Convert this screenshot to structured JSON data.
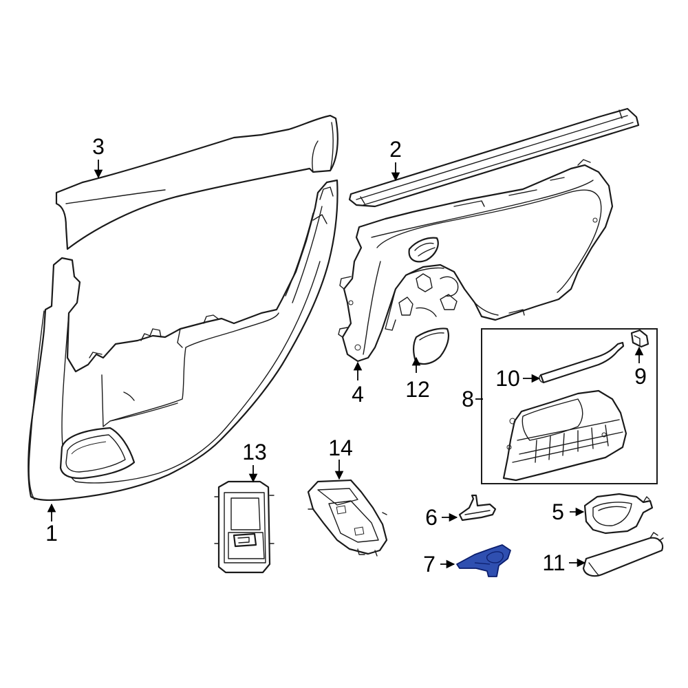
{
  "diagram": {
    "callouts": [
      {
        "id": "1",
        "label": "1"
      },
      {
        "id": "2",
        "label": "2"
      },
      {
        "id": "3",
        "label": "3"
      },
      {
        "id": "4",
        "label": "4"
      },
      {
        "id": "5",
        "label": "5"
      },
      {
        "id": "6",
        "label": "6"
      },
      {
        "id": "7",
        "label": "7"
      },
      {
        "id": "8",
        "label": "8"
      },
      {
        "id": "9",
        "label": "9"
      },
      {
        "id": "10",
        "label": "10"
      },
      {
        "id": "11",
        "label": "11"
      },
      {
        "id": "12",
        "label": "12"
      },
      {
        "id": "13",
        "label": "13"
      },
      {
        "id": "14",
        "label": "14"
      }
    ],
    "highlighted_part": "7",
    "colors": {
      "line": "#1a1a1a",
      "highlight_fill": "#2f4fb0",
      "highlight_stroke": "#0b1d6b",
      "background": "#ffffff"
    }
  }
}
